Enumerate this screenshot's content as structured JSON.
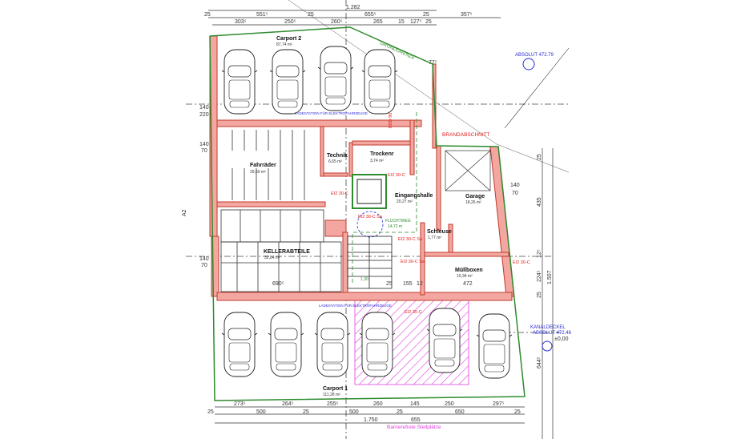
{
  "dimensions_top": {
    "overall": "1.282",
    "row1": [
      "25",
      "551⁵",
      "25",
      "655⁵",
      "25",
      "357⁵"
    ],
    "row2": [
      "303⁵",
      "250⁵",
      "260⁵",
      "265",
      "15",
      "127⁵",
      "25"
    ]
  },
  "dimensions_bottom": {
    "row1": [
      "273⁵",
      "264⁵",
      "255⁵",
      "260",
      "145",
      "250",
      "297⁵"
    ],
    "row2": [
      "25",
      "500",
      "25",
      "500",
      "25",
      "650",
      "25"
    ],
    "row3": [
      "1.750",
      "655"
    ],
    "note": "Barrierefreie Stellplätze"
  },
  "dimensions_right": [
    "25",
    "435",
    "12⁵",
    "224⁵",
    "25",
    "1.507",
    "644⁵"
  ],
  "rooms": {
    "carport2": {
      "name": "Carport 2",
      "area": "87,74 m²"
    },
    "fahrraeder": {
      "name": "Fahrräder",
      "area": "29,50 m²"
    },
    "technik": {
      "name": "Technik",
      "area": "6,65 m²"
    },
    "trockenr": {
      "name": "Trockenr",
      "area": "3,74 m²"
    },
    "eingangshalle": {
      "name": "Eingangshalle",
      "area": "20,27 m²"
    },
    "garage": {
      "name": "Garage",
      "area": "18,26 m²"
    },
    "schleuse": {
      "name": "Schleuse",
      "area": "1,77 m²"
    },
    "kellerabteile": {
      "name": "KELLERABTEILE",
      "area": "32,84 m²"
    },
    "muellboxen": {
      "name": "Müllboxen",
      "area": "10,34 m²"
    },
    "carport1": {
      "name": "Carport 1",
      "area": "111,28 m²"
    }
  },
  "labels": {
    "grundgrenze": "GRUNDGRENZE",
    "brandabschnitt": "BRANDABSCHNITT",
    "absolut_top": "ABSOLUT 472.79",
    "kanaldeckel": "KANALDECKEL",
    "absolut_bottom": "ABSOLUT 472.46",
    "zero": "±0,00",
    "ladestation_top": "LADESTATION FÜR ELEKTROFAHRZEUGE",
    "ladestation_bottom": "LADESTATION FÜR ELEKTROFAHRZEUGE",
    "fluchtweg": "FLUCHTWEG",
    "fluchtweg_len": "14,72 m",
    "stair_width": "1,30",
    "a2": "A2",
    "window_left_top": [
      "140",
      "220"
    ],
    "window_left_mid": [
      "140",
      "70"
    ],
    "window_left_low": [
      "140",
      "70"
    ],
    "window_right": [
      "140",
      "70"
    ],
    "kell_dim": "690⁵",
    "stair_dims": [
      "25",
      "155",
      "12"
    ],
    "mull_dim": "472",
    "fire_doors": [
      "EI2 30-C",
      "EI2 30-C",
      "EI2 30-C Sa",
      "EI2 30-C Sa",
      "EI2 30-C Sa",
      "EI2 30-C",
      "EI2 30-C"
    ],
    "rbd": "RBD 90",
    "t77": "77⁵"
  },
  "colors": {
    "wall": "#f3a7a0",
    "boundary": "#2e8b2e",
    "fire": "#e0201c",
    "annotation": "#2a2ad8",
    "accessible": "#e040e0"
  }
}
